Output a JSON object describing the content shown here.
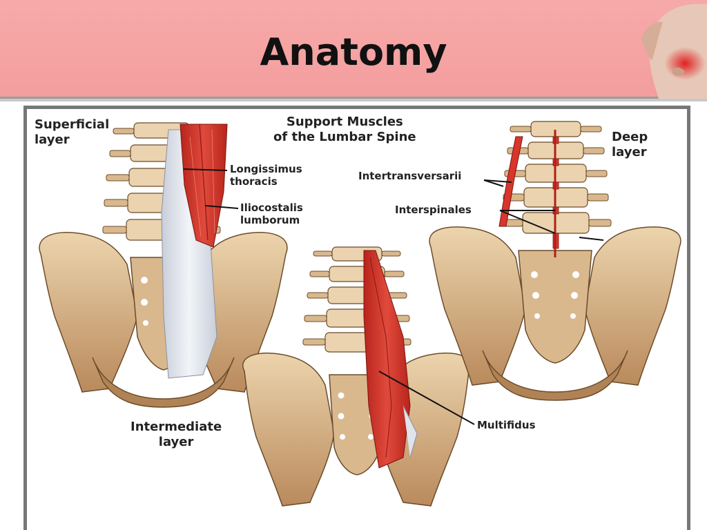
{
  "slide": {
    "title": "Anatomy",
    "corner_icon": "back-pain-figure-icon"
  },
  "figure": {
    "heading": "Support Muscles\nof the Lumbar Spine",
    "layers": {
      "superficial": "Superficial\nlayer",
      "intermediate": "Intermediate\nlayer",
      "deep": "Deep\nlayer"
    },
    "muscles": {
      "longissimus": "Longissimus\nthoracis",
      "iliocostalis": "Iliocostalis\nlumborum",
      "intertransversarii": "Intertransversarii",
      "interspinales": "Interspinales",
      "multifidus": "Multifidus"
    }
  },
  "colors": {
    "header_bg": "#f6a4a4",
    "muscle_red": "#d8362b",
    "bone": "#d8b48a",
    "tendon": "#e6e9ef"
  }
}
